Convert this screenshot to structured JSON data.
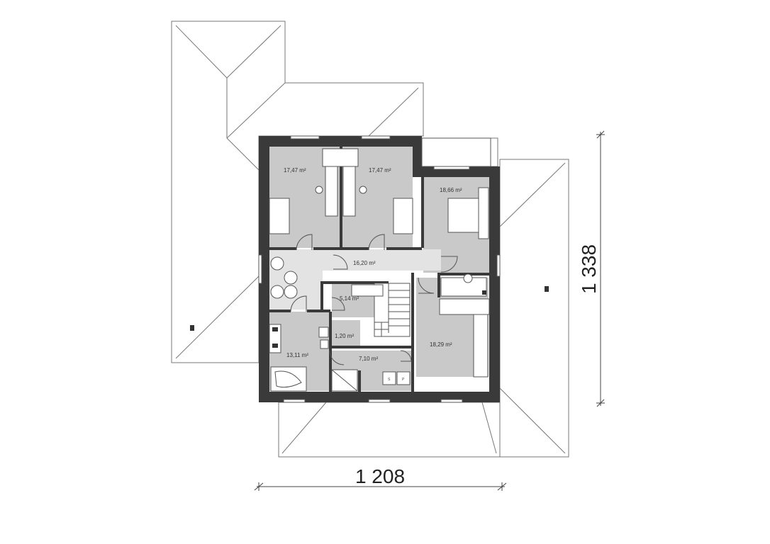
{
  "plan": {
    "dimensions": {
      "width_label": "1 208",
      "depth_label": "1 338"
    },
    "rooms": [
      {
        "id": "bedroom-1",
        "area": "17,47 m²"
      },
      {
        "id": "bedroom-2",
        "area": "17,47 m²"
      },
      {
        "id": "master-bedroom",
        "area": "18,66 m²"
      },
      {
        "id": "hallway",
        "area": "16,20 m²"
      },
      {
        "id": "storage",
        "area": "5,14 m²"
      },
      {
        "id": "toilet",
        "area": "1,20 m²"
      },
      {
        "id": "bathroom",
        "area": "13,11 m²"
      },
      {
        "id": "laundry",
        "area": "7,10 m²"
      },
      {
        "id": "family-room",
        "area": "18,29 m²"
      }
    ],
    "appliance_labels": {
      "washer": "S",
      "dryer": "P"
    }
  }
}
